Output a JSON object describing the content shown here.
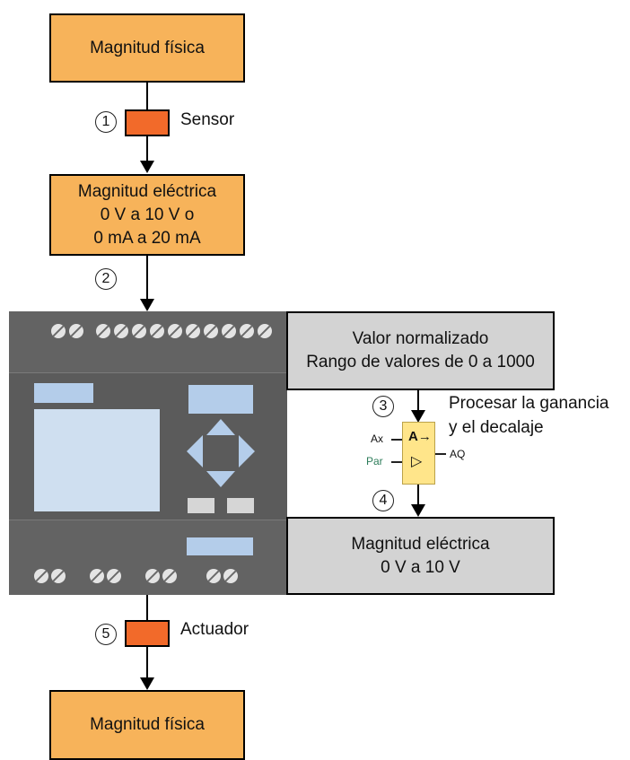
{
  "nodes": {
    "physical_top": "Magnitud física",
    "sensor_label": "Sensor",
    "electrical_input": [
      "Magnitud eléctrica",
      "0 V a 10 V o",
      "0 mA a 20 mA"
    ],
    "normalized": [
      "Valor normalizado",
      "Rango de valores de 0 a 1000"
    ],
    "processing": [
      "Procesar la ganancia",
      "y el decalaje"
    ],
    "electrical_output": [
      "Magnitud eléctrica",
      "0 V a 10 V"
    ],
    "actuator_label": "Actuador",
    "physical_bottom": "Magnitud física"
  },
  "steps": [
    "1",
    "2",
    "3",
    "4",
    "5"
  ],
  "function_block": {
    "input_ax": "Ax",
    "input_par": "Par",
    "output_aq": "AQ",
    "symbol_top": "A→",
    "symbol_bottom": "▷"
  },
  "colors": {
    "quantity_box": "#f7b35a",
    "transducer": "#f26a2a",
    "value_box": "#d3d3d3",
    "plc_body": "#5b5b5b",
    "function_block": "#ffe58a",
    "par_label": "#2e7d5b"
  },
  "icons": [
    "plc-device-icon",
    "function-block-icon",
    "arrow-down-icon"
  ]
}
